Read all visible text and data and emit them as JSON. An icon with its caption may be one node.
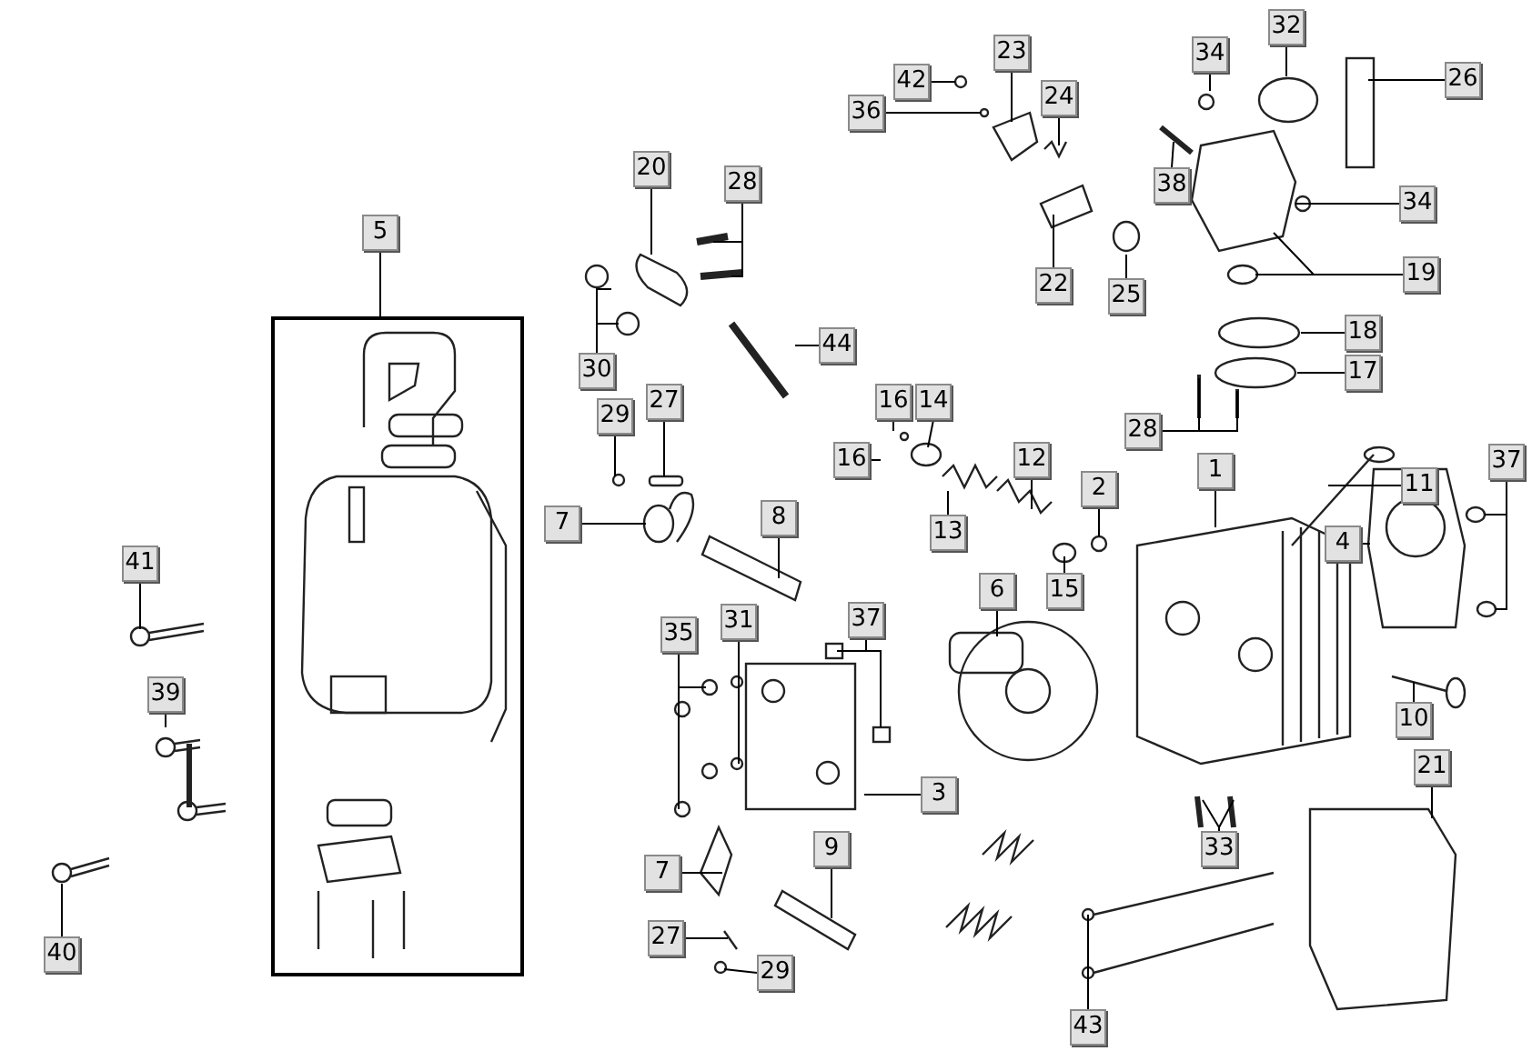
{
  "diagram": {
    "nodes": [
      {
        "text": [
          "32"
        ]
      },
      {
        "text": [
          "23"
        ]
      },
      {
        "text": [
          "34"
        ]
      },
      {
        "text": [
          "26"
        ]
      },
      {
        "text": [
          "42"
        ]
      },
      {
        "text": [
          "24"
        ]
      },
      {
        "text": [
          "36"
        ]
      },
      {
        "text": [
          "20"
        ]
      },
      {
        "text": [
          "38"
        ]
      },
      {
        "text": [
          "28"
        ]
      },
      {
        "text": [
          "34"
        ]
      },
      {
        "text": [
          "5"
        ]
      },
      {
        "text": [],
        "shape": "box"
      },
      {
        "text": [
          "19"
        ]
      },
      {
        "text": [
          "22"
        ]
      },
      {
        "text": [
          "25"
        ]
      },
      {
        "text": [
          "18"
        ]
      },
      {
        "text": [
          "44"
        ]
      },
      {
        "text": [
          "30"
        ]
      },
      {
        "text": [
          "17"
        ]
      },
      {
        "text": [
          "27"
        ]
      },
      {
        "text": [
          "16"
        ]
      },
      {
        "text": [
          "14"
        ]
      },
      {
        "text": [
          "29"
        ]
      },
      {
        "text": [
          "1"
        ]
      },
      {
        "text": [
          "28"
        ]
      },
      {
        "text": [
          "16"
        ]
      },
      {
        "text": [
          "37"
        ]
      },
      {
        "text": [
          "12"
        ]
      },
      {
        "text": [
          "11"
        ]
      },
      {
        "text": [
          "2"
        ]
      },
      {
        "text": [
          "8"
        ]
      },
      {
        "text": [
          "7"
        ]
      },
      {
        "text": [
          "13"
        ]
      },
      {
        "text": [
          "4"
        ]
      },
      {
        "text": [
          "41"
        ]
      },
      {
        "text": [
          "6"
        ]
      },
      {
        "text": [
          "15"
        ]
      },
      {
        "text": [
          "31"
        ]
      },
      {
        "text": [
          "37"
        ]
      },
      {
        "text": [
          "35"
        ]
      },
      {
        "text": [
          "39"
        ]
      },
      {
        "text": [
          "10"
        ]
      },
      {
        "text": [
          "21"
        ]
      },
      {
        "text": [
          "3"
        ]
      },
      {
        "text": [
          "9"
        ]
      },
      {
        "text": [
          "33"
        ]
      },
      {
        "text": [
          "7"
        ]
      },
      {
        "text": [
          "27"
        ]
      },
      {
        "text": [
          "40"
        ]
      },
      {
        "text": [
          "29"
        ]
      },
      {
        "text": [
          "43"
        ]
      }
    ],
    "edges": [
      {
        "from": 0,
        "to": null,
        "arrow": "none"
      },
      {
        "from": 1,
        "to": null,
        "arrow": "none"
      },
      {
        "from": 2,
        "to": null,
        "arrow": "none"
      },
      {
        "from": 3,
        "to": null,
        "arrow": "none"
      },
      {
        "from": 4,
        "to": null,
        "arrow": "none"
      },
      {
        "from": 5,
        "to": null,
        "arrow": "none"
      },
      {
        "from": 6,
        "to": null,
        "arrow": "none"
      },
      {
        "from": 7,
        "to": null,
        "arrow": "none"
      },
      {
        "from": 8,
        "to": null,
        "arrow": "none"
      },
      {
        "from": 9,
        "to": null,
        "arrow": "none"
      },
      {
        "from": 9,
        "to": null,
        "arrow": "none"
      },
      {
        "from": 10,
        "to": null,
        "arrow": "none"
      },
      {
        "from": 11,
        "to": 12,
        "arrow": "none"
      },
      {
        "from": 13,
        "to": null,
        "arrow": "none"
      },
      {
        "from": 13,
        "to": null,
        "arrow": "none"
      },
      {
        "from": 14,
        "to": null,
        "arrow": "none"
      },
      {
        "from": 15,
        "to": null,
        "arrow": "none"
      },
      {
        "from": 16,
        "to": null,
        "arrow": "none"
      },
      {
        "from": 17,
        "to": null,
        "arrow": "none"
      },
      {
        "from": 18,
        "to": null,
        "arrow": "none"
      },
      {
        "from": 18,
        "to": null,
        "arrow": "none"
      },
      {
        "from": 19,
        "to": null,
        "arrow": "none"
      },
      {
        "from": 20,
        "to": null,
        "arrow": "none"
      },
      {
        "from": 21,
        "to": null,
        "arrow": "none"
      },
      {
        "from": 22,
        "to": null,
        "arrow": "none"
      },
      {
        "from": 23,
        "to": null,
        "arrow": "none"
      },
      {
        "from": 24,
        "to": null,
        "arrow": "none"
      },
      {
        "from": 25,
        "to": null,
        "arrow": "none"
      },
      {
        "from": 25,
        "to": null,
        "arrow": "none"
      },
      {
        "from": 26,
        "to": null,
        "arrow": "none"
      },
      {
        "from": 27,
        "to": null,
        "arrow": "none"
      },
      {
        "from": 27,
        "to": null,
        "arrow": "none"
      },
      {
        "from": 28,
        "to": null,
        "arrow": "none"
      },
      {
        "from": 29,
        "to": null,
        "arrow": "none"
      },
      {
        "from": 30,
        "to": null,
        "arrow": "none"
      },
      {
        "from": 31,
        "to": null,
        "arrow": "none"
      },
      {
        "from": 32,
        "to": null,
        "arrow": "none"
      },
      {
        "from": 33,
        "to": null,
        "arrow": "none"
      },
      {
        "from": 34,
        "to": null,
        "arrow": "none"
      },
      {
        "from": 35,
        "to": null,
        "arrow": "none"
      },
      {
        "from": 36,
        "to": null,
        "arrow": "none"
      },
      {
        "from": 37,
        "to": null,
        "arrow": "none"
      },
      {
        "from": 38,
        "to": null,
        "arrow": "none"
      },
      {
        "from": 38,
        "to": null,
        "arrow": "none"
      },
      {
        "from": 39,
        "to": null,
        "arrow": "none"
      },
      {
        "from": 39,
        "to": null,
        "arrow": "none"
      },
      {
        "from": 40,
        "to": null,
        "arrow": "none"
      },
      {
        "from": 40,
        "to": null,
        "arrow": "none"
      },
      {
        "from": 41,
        "to": null,
        "arrow": "none"
      },
      {
        "from": 42,
        "to": null,
        "arrow": "none"
      },
      {
        "from": 43,
        "to": null,
        "arrow": "none"
      },
      {
        "from": 44,
        "to": null,
        "arrow": "none"
      },
      {
        "from": 45,
        "to": null,
        "arrow": "none"
      },
      {
        "from": 46,
        "to": null,
        "arrow": "none"
      },
      {
        "from": 46,
        "to": null,
        "arrow": "none"
      },
      {
        "from": 47,
        "to": null,
        "arrow": "none"
      },
      {
        "from": 48,
        "to": null,
        "arrow": "none"
      },
      {
        "from": 49,
        "to": null,
        "arrow": "none"
      },
      {
        "from": 50,
        "to": null,
        "arrow": "none"
      },
      {
        "from": 51,
        "to": null,
        "arrow": "none"
      },
      {
        "from": 51,
        "to": null,
        "arrow": "none"
      }
    ]
  }
}
